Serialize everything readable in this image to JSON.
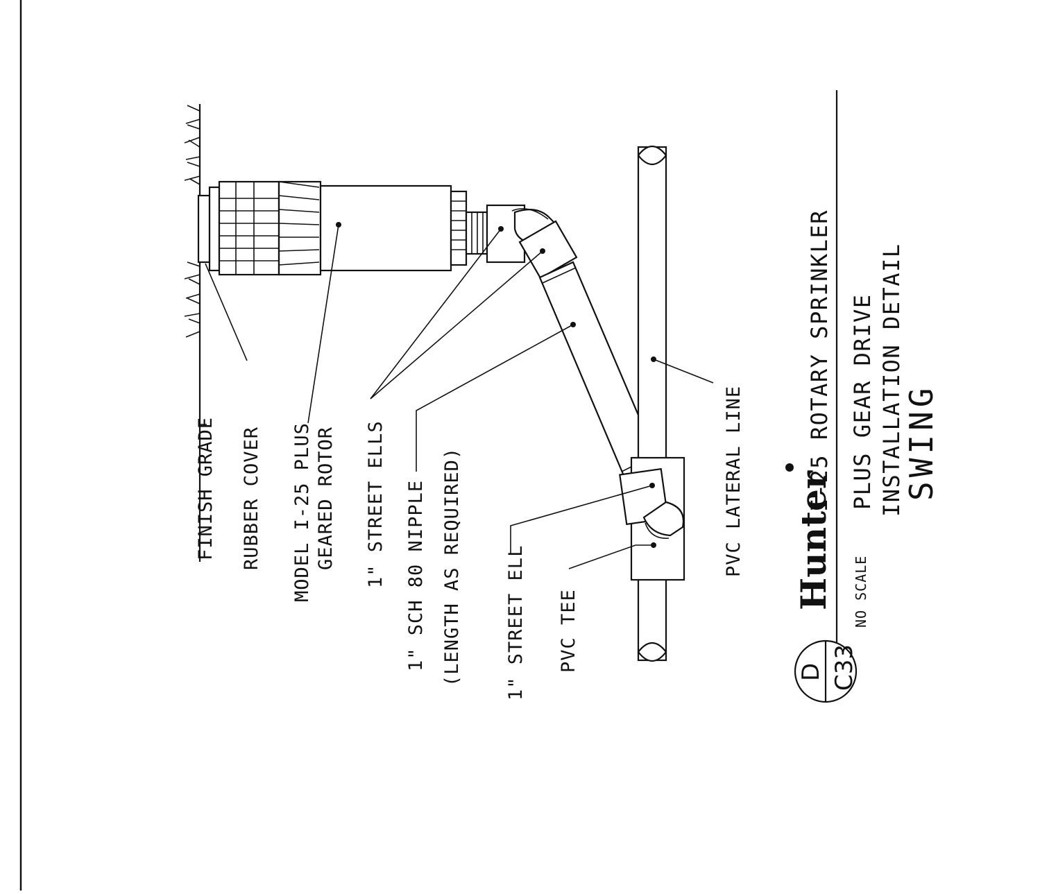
{
  "labels": {
    "finish_grade": "FINISH GRADE",
    "rubber_cover": "RUBBER COVER",
    "model_line1": "MODEL I-25 PLUS",
    "model_line2": "GEARED ROTOR",
    "street_ells": "1\" STREET ELLS",
    "nipple_line1": "1\" SCH 80 NIPPLE",
    "nipple_line2": "(LENGTH AS REQUIRED)",
    "street_ell": "1\" STREET ELL",
    "pvc_tee": "PVC TEE",
    "pvc_lateral": "PVC LATERAL LINE"
  },
  "title_block": {
    "title": "I-25 ROTARY SPRINKLER",
    "line2": "PLUS GEAR DRIVE",
    "line3": "INSTALLATION DETAIL",
    "line4": "SWING",
    "scale": "NO SCALE",
    "brand": "Hunter",
    "detail_id": "D",
    "sheet_ref": "C33"
  },
  "colors": {
    "ink": "#111111",
    "paper": "#ffffff"
  }
}
